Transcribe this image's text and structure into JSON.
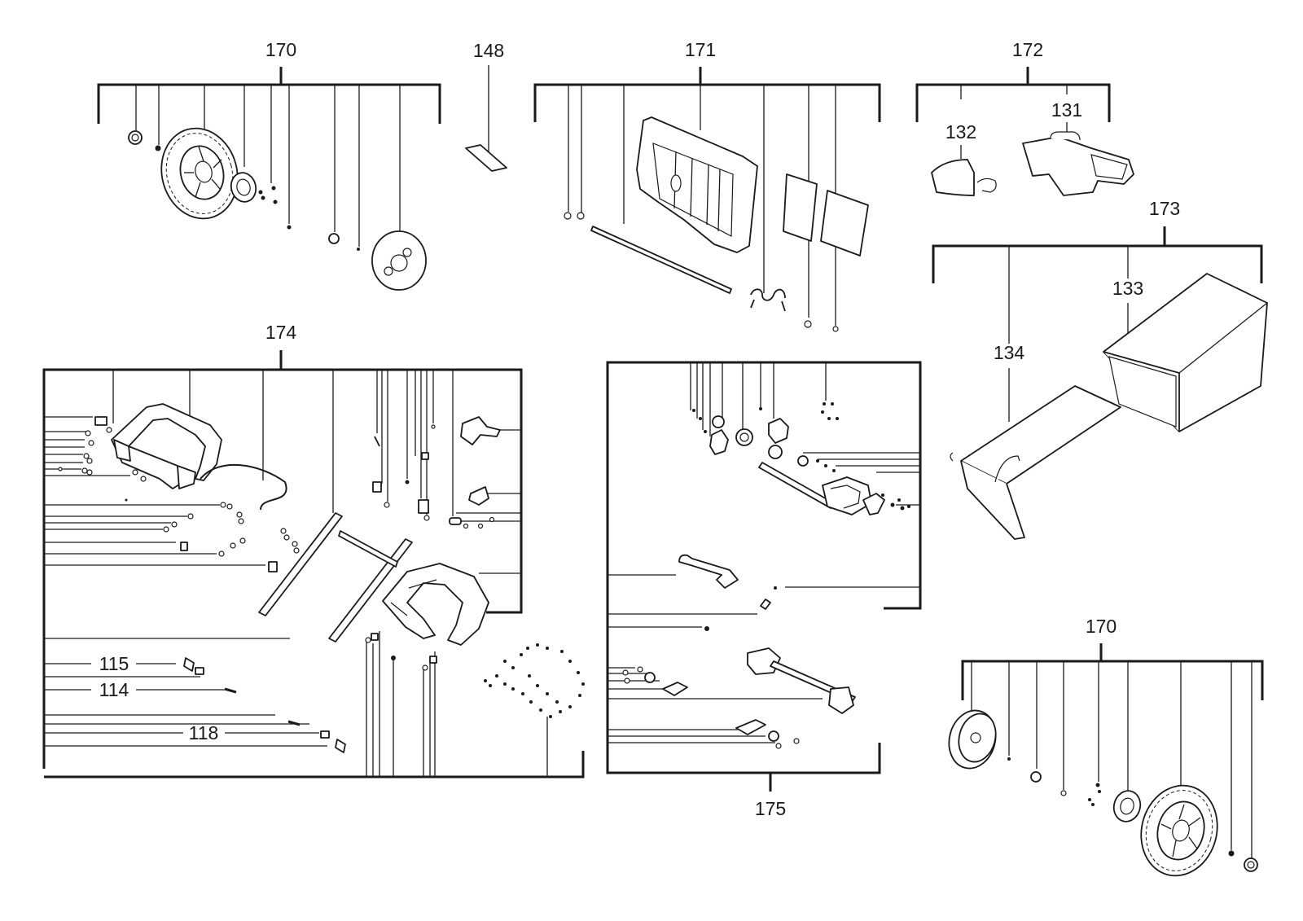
{
  "callouts": {
    "wheel_kit_front": "170",
    "label_sheet": "148",
    "rear_flap_kit": "171",
    "mulch_plug_kit": "172",
    "mulch_plug": "132",
    "discharge_chute": "131",
    "grass_bag_kit": "173",
    "bag_frame": "134",
    "bag_cloth": "133",
    "handle_kit": "174",
    "handle_knob": "115",
    "handle_bolt": "114",
    "handle_knob_lower": "118",
    "drive_kit": "175",
    "wheel_kit_rear": "170"
  },
  "colors": {
    "line": "#1a1a1a",
    "background": "#ffffff"
  }
}
